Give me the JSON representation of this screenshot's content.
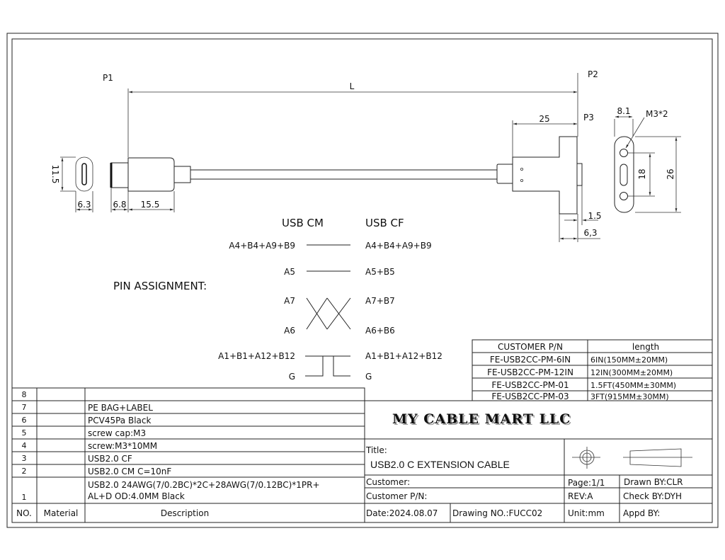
{
  "drawing": {
    "labels": {
      "p1": "P1",
      "p2": "P2",
      "p3": "P3",
      "length": "L"
    },
    "dimensions": {
      "p1_face_height": "11.5",
      "p1_face_width": "6.3",
      "p1_tip": "6.8",
      "p1_body": "15.5",
      "p3_body": "25",
      "p3_flange": "1.5",
      "p3_depth": "6,3",
      "p3_face_width": "8.1",
      "p3_screws": "M3*2",
      "p3_hole_pitch": "18",
      "p3_face_height": "26"
    }
  },
  "pin_assignment": {
    "title": "PIN ASSIGNMENT:",
    "left_header": "USB CM",
    "right_header": "USB CF",
    "rows": [
      {
        "left": "A4+B4+A9+B9",
        "right": "A4+B4+A9+B9"
      },
      {
        "left": "A5",
        "right": "A5+B5"
      },
      {
        "left": "A7",
        "right": "A7+B7"
      },
      {
        "left": "A6",
        "right": "A6+B6"
      },
      {
        "left": "A1+B1+A12+B12",
        "right": "A1+B1+A12+B12"
      },
      {
        "left": "G",
        "right": "G"
      }
    ]
  },
  "part_table": {
    "headers": [
      "CUSTOMER P/N",
      "length"
    ],
    "rows": [
      [
        "FE-USB2CC-PM-6IN",
        "6IN(150MM±20MM)"
      ],
      [
        "FE-USB2CC-PM-12IN",
        "12IN(300MM±20MM)"
      ],
      [
        "FE-USB2CC-PM-01",
        "1.5FT(450MM±30MM)"
      ],
      [
        "FE-USB2CC-PM-03",
        "3FT(915MM±30MM)"
      ]
    ]
  },
  "bom": {
    "headers": [
      "NO.",
      "Material",
      "Description"
    ],
    "rows": [
      {
        "no": "8",
        "material": "",
        "desc": ""
      },
      {
        "no": "7",
        "material": "",
        "desc": "PE BAG+LABEL"
      },
      {
        "no": "6",
        "material": "",
        "desc": "PCV45Pa Black"
      },
      {
        "no": "5",
        "material": "",
        "desc": "screw cap:M3"
      },
      {
        "no": "4",
        "material": "",
        "desc": "screw:M3*10MM"
      },
      {
        "no": "3",
        "material": "",
        "desc": "USB2.0 CF"
      },
      {
        "no": "2",
        "material": "",
        "desc": "USB2.0 CM C=10nF"
      },
      {
        "no": "1",
        "material": "",
        "desc": "USB2.0 24AWG(7/0.2BC)*2C+28AWG(7/0.12BC)*1PR+",
        "desc2": "AL+D OD:4.0MM Black"
      }
    ]
  },
  "title_block": {
    "company": "MY CABLE MART LLC",
    "title_label": "Title:",
    "title": "USB2.0 C EXTENSION CABLE",
    "customer": "Customer:",
    "customer_pn": "Customer P/N:",
    "date": "Date:2024.08.07",
    "drawing_no": "Drawing NO.:FUCC02",
    "page": "Page:1/1",
    "rev": "REV:A",
    "unit": "Unit:mm",
    "drawn_by": "Drawn BY:CLR",
    "check_by": "Check BY:DYH",
    "appd_by": "Appd BY:"
  }
}
